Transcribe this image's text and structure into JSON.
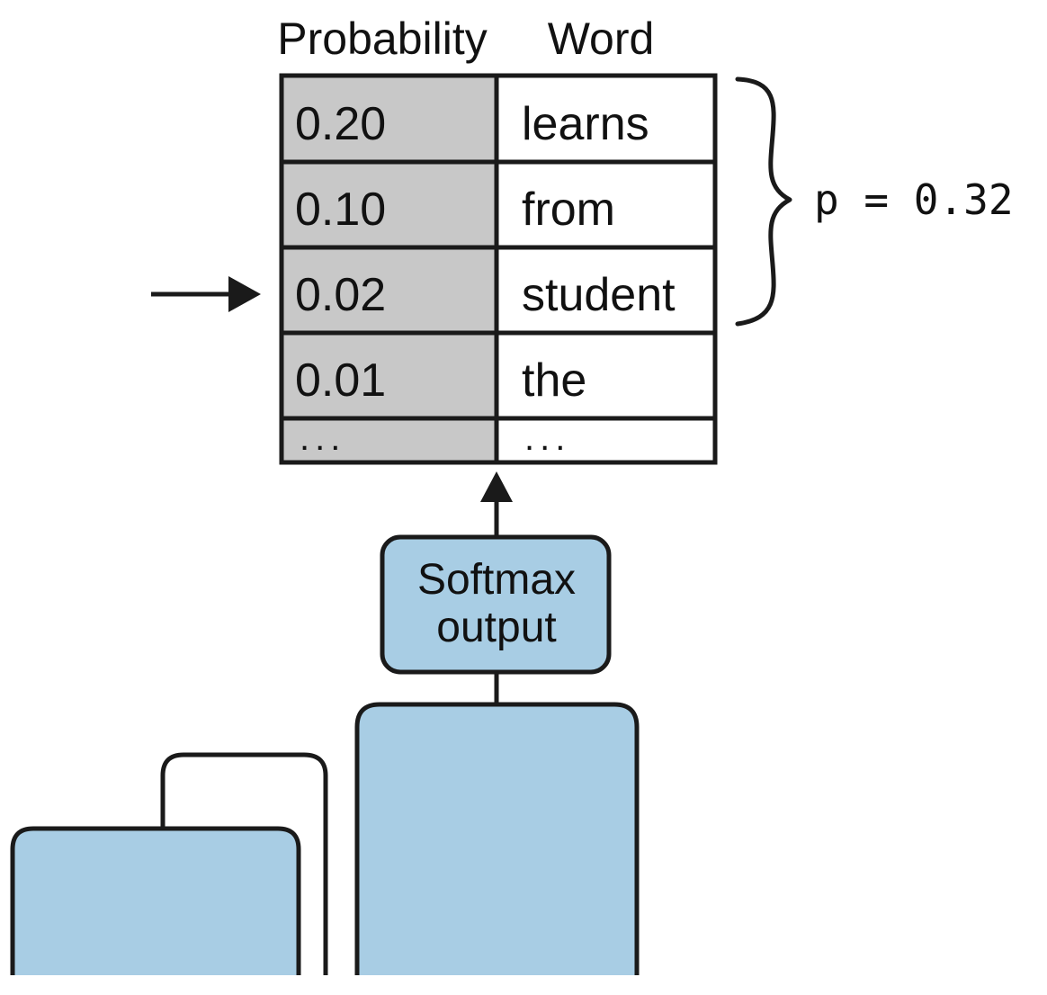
{
  "headers": {
    "probability": "Probability",
    "word": "Word"
  },
  "rows": [
    {
      "probability": "0.20",
      "word": "learns"
    },
    {
      "probability": "0.10",
      "word": "from"
    },
    {
      "probability": "0.02",
      "word": "student"
    },
    {
      "probability": "0.01",
      "word": "the"
    },
    {
      "probability": "...",
      "word": "..."
    }
  ],
  "selected_row_index": 2,
  "cumulative_label": "p = 0.32",
  "softmax": {
    "line1": "Softmax",
    "line2": "output"
  },
  "colors": {
    "probability_column_fill": "#c8c8c8",
    "block_fill": "#a8cde4",
    "stroke": "#1a1a1a"
  }
}
